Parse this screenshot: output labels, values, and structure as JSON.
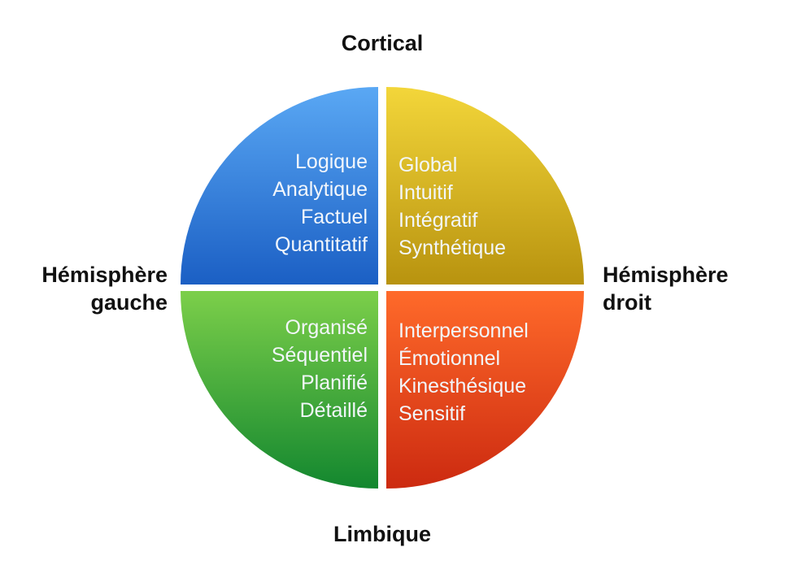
{
  "axes": {
    "top": "Cortical",
    "bottom": "Limbique",
    "left": [
      "Hémisphère",
      "gauche"
    ],
    "right": [
      "Hémisphère",
      "droit"
    ]
  },
  "quadrants": {
    "top_left": {
      "color_light": "#5aa8f4",
      "color_dark": "#1b5fc4",
      "items": [
        "Logique",
        "Analytique",
        "Factuel",
        "Quantitatif"
      ]
    },
    "top_right": {
      "color_light": "#f3d63a",
      "color_dark": "#b8930f",
      "items": [
        "Global",
        "Intuitif",
        "Intégratif",
        "Synthétique"
      ]
    },
    "bottom_left": {
      "color_light": "#7ccf4a",
      "color_dark": "#13872f",
      "items": [
        "Organisé",
        "Séquentiel",
        "Planifié",
        "Détaillé"
      ]
    },
    "bottom_right": {
      "color_light": "#ff6a2a",
      "color_dark": "#cc2a10",
      "items": [
        "Interpersonnel",
        "Émotionnel",
        "Kinesthésique",
        "Sensitif"
      ]
    }
  }
}
